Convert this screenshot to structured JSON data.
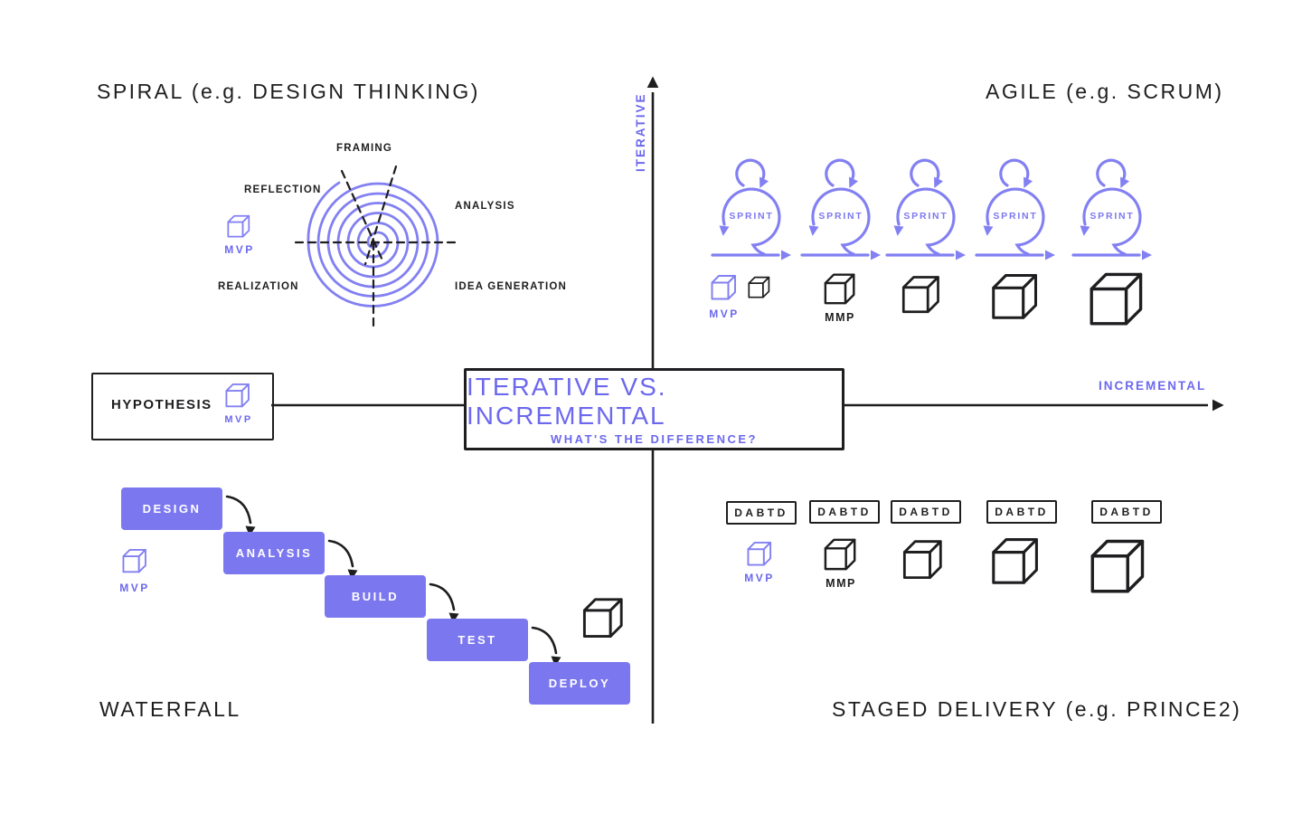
{
  "colors": {
    "purple_fill": "#7b77ef",
    "purple_stroke": "#8280f2",
    "purple_text": "#6c68ee",
    "ink": "#1e1e20",
    "background": "#ffffff"
  },
  "axes": {
    "vertical_label": "ITERATIVE",
    "horizontal_label": "INCREMENTAL"
  },
  "center_box": {
    "title": "ITERATIVE VS. INCREMENTAL",
    "subtitle": "WHAT'S THE DIFFERENCE?"
  },
  "hypothesis_box": {
    "label": "HYPOTHESIS",
    "cube_label": "MVP"
  },
  "spiral": {
    "title": "SPIRAL (e.g. DESIGN THINKING)",
    "cube_label": "MVP",
    "phases": {
      "framing": "FRAMING",
      "reflection": "REFLECTION",
      "analysis": "ANALYSIS",
      "realization": "REALIZATION",
      "idea_generation": "IDEA GENERATION"
    }
  },
  "agile": {
    "title": "AGILE (e.g. SCRUM)",
    "sprints": [
      "SPRINT",
      "SPRINT",
      "SPRINT",
      "SPRINT",
      "SPRINT"
    ],
    "mvp_label": "MVP",
    "mmp_label": "MMP"
  },
  "waterfall": {
    "title": "WATERFALL",
    "cube_label": "MVP",
    "stages": [
      "DESIGN",
      "ANALYSIS",
      "BUILD",
      "TEST",
      "DEPLOY"
    ]
  },
  "staged": {
    "title": "STAGED DELIVERY (e.g. PRINCE2)",
    "boxes": [
      "DABTD",
      "DABTD",
      "DABTD",
      "DABTD",
      "DABTD"
    ],
    "mvp_label": "MVP",
    "mmp_label": "MMP"
  }
}
